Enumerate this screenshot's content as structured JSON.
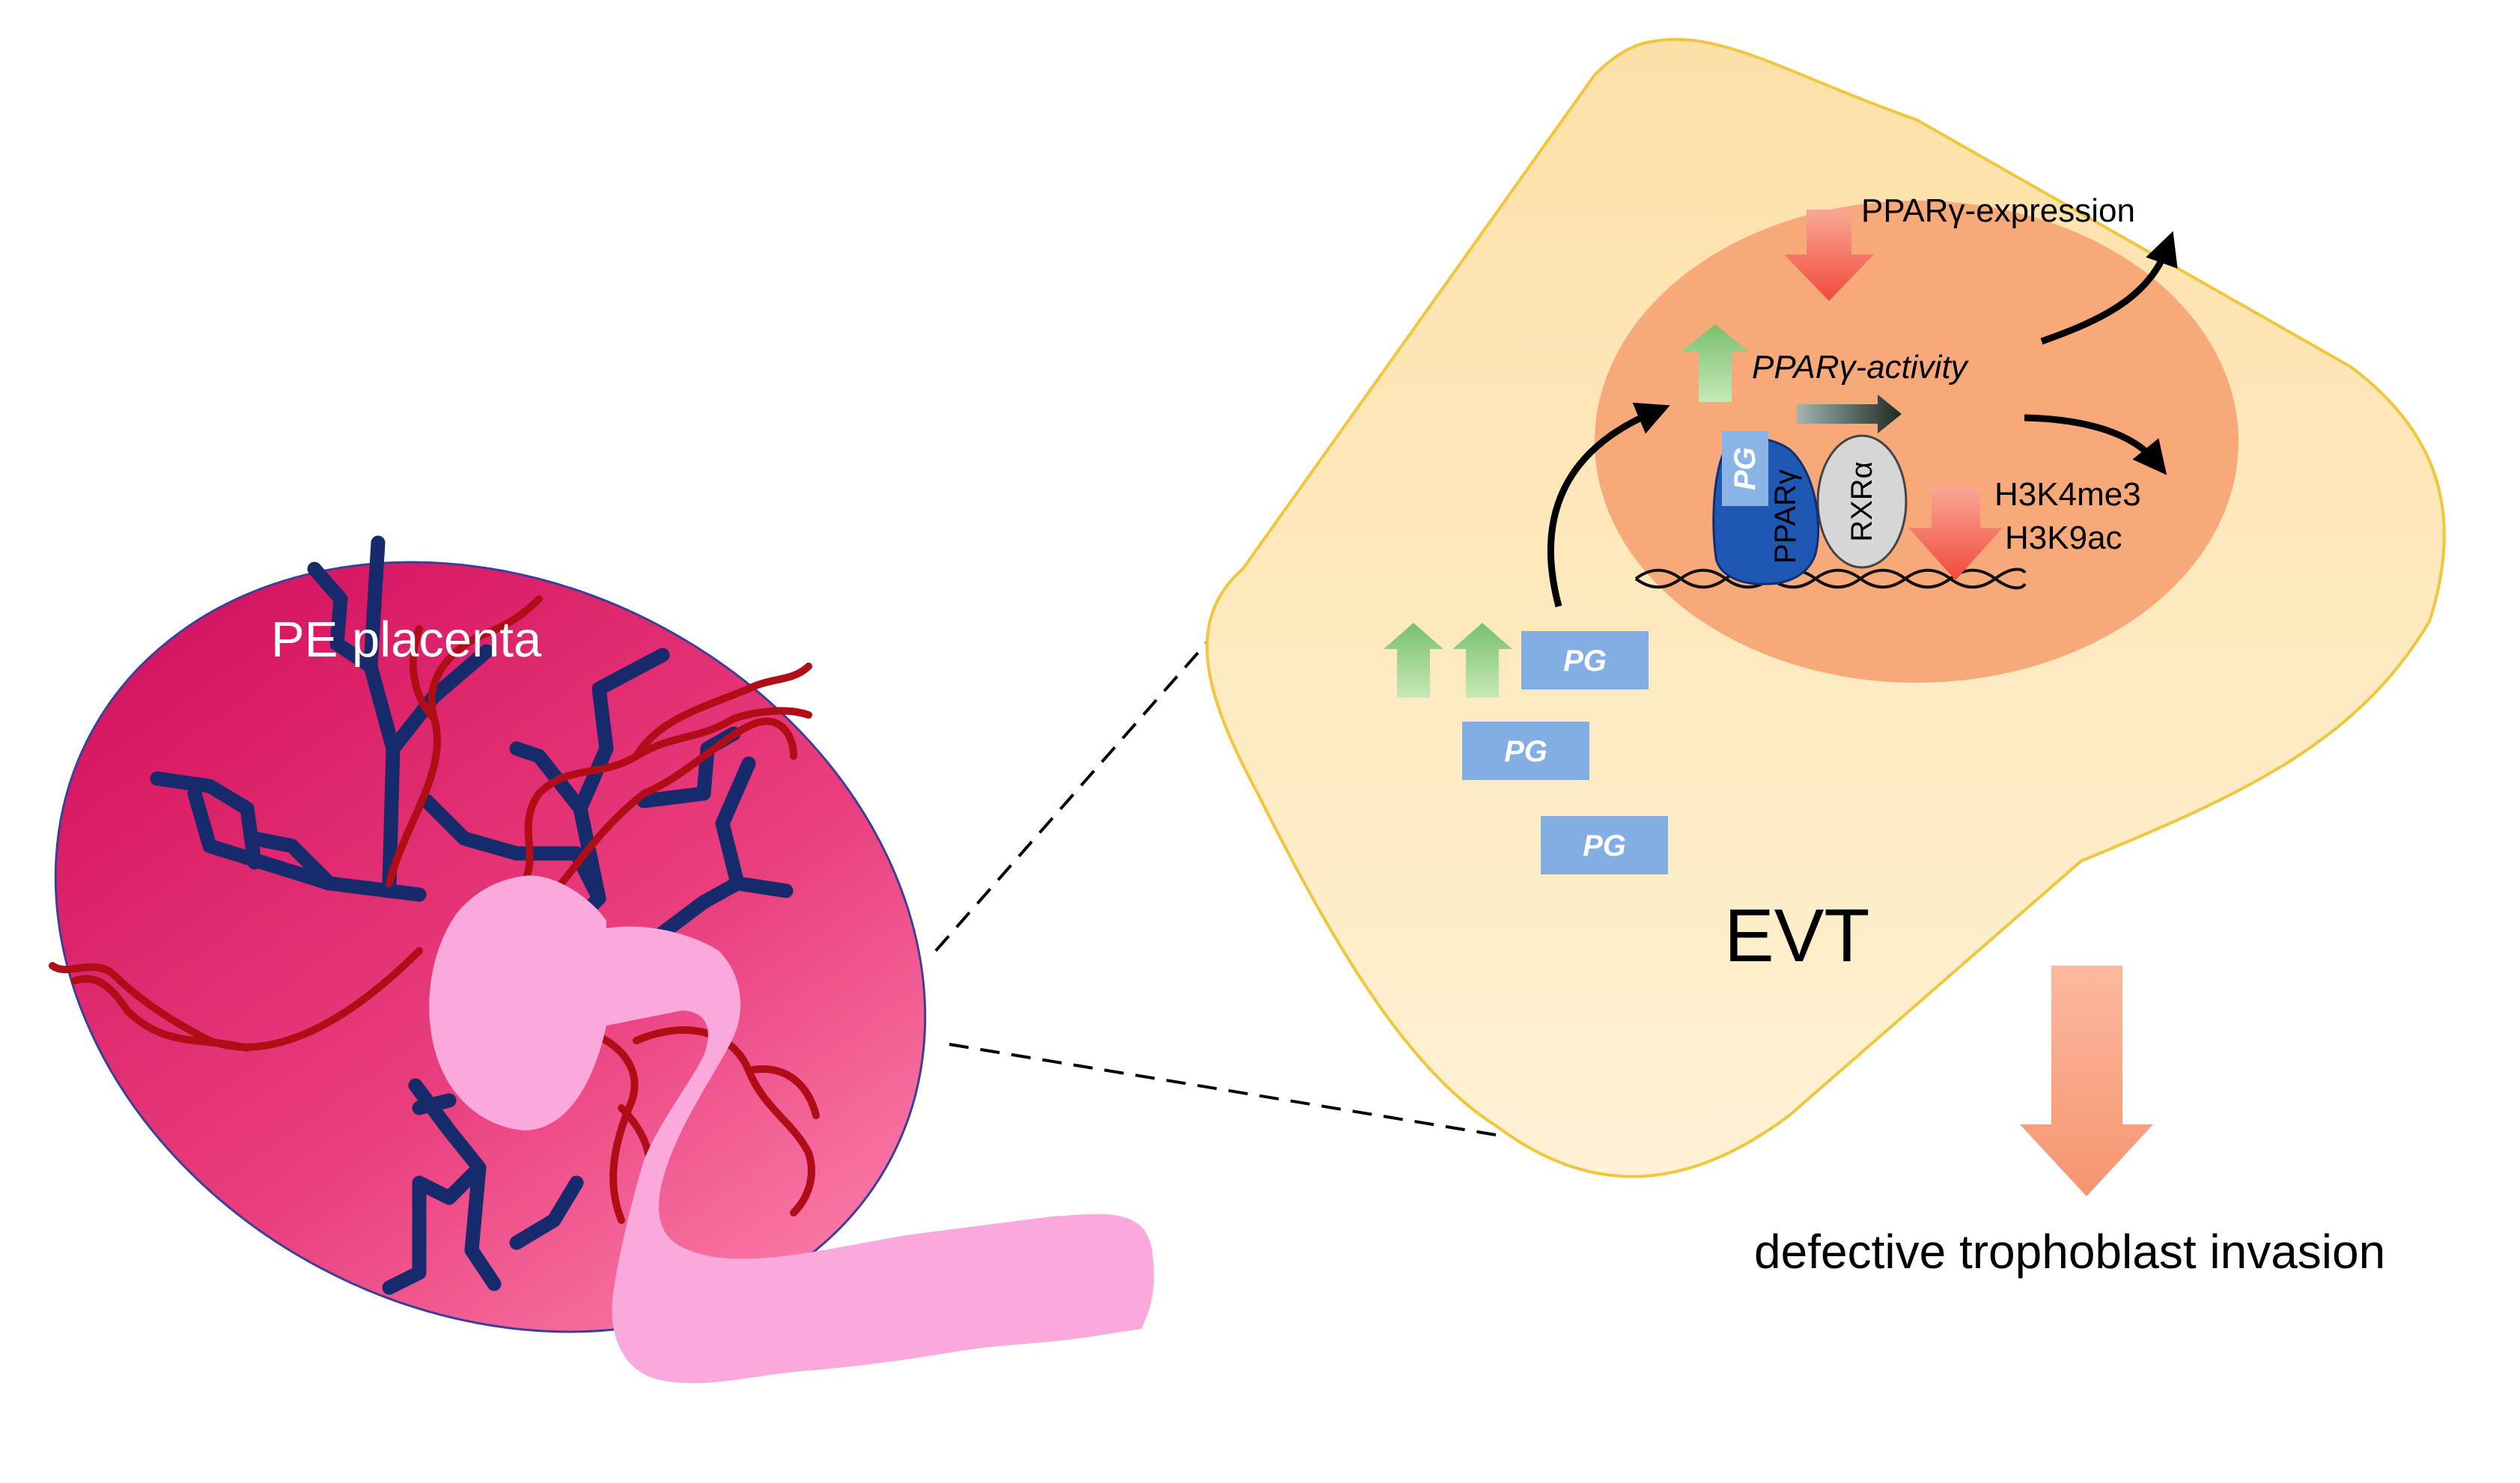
{
  "placenta": {
    "label": "PE placenta",
    "colors": {
      "disc_dark": "#d5135f",
      "disc_light": "#f97aa8",
      "cord": "#fba8dc",
      "vein": "#162a6c",
      "artery": "#b00d16"
    }
  },
  "cell": {
    "label": "EVT",
    "colors": {
      "cell_fill": "#fde7b2",
      "cell_border": "#f1c63c",
      "nucleus": "#f8a97a"
    }
  },
  "nucleus": {
    "expression_label": "PPARγ-expression",
    "activity_label": "PPARγ-activity",
    "ppar_label": "PPARγ",
    "rxr_label": "RXRα",
    "bound_pg_label": "PG",
    "histone_marks": [
      "H3K4me3",
      "H3K9ac"
    ],
    "colors": {
      "ppar": "#1f57b5",
      "rxr": "#d6d6d6",
      "pg": "#8ab4e6"
    }
  },
  "prostaglandins": {
    "label": "PG",
    "count": 3,
    "colors": {
      "box": "#83aee3",
      "text": "#ffffff"
    }
  },
  "indicators": {
    "up_color": "#84c87b",
    "down_color": "#f26352"
  },
  "outcome": {
    "label": "defective trophoblast invasion",
    "arrow_color": "#f8a98b"
  }
}
